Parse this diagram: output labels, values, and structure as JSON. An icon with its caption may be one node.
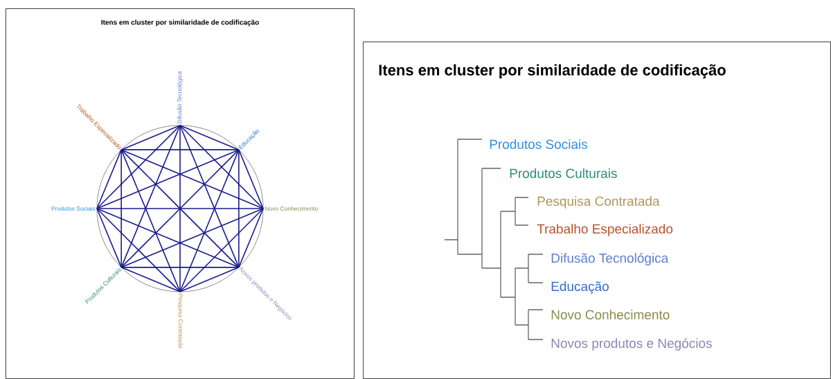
{
  "diagram": {
    "nodes": [
      {
        "text": [
          "Itens em cluster por similaridade de codificação"
        ]
      },
      {
        "text": [
          "Itens em cluster por similaridade de codificação"
        ]
      },
      {
        "text": [
          "Difusão Tecnológica"
        ],
        "in": 0
      },
      {
        "text": [
          "Educação"
        ],
        "in": 0
      },
      {
        "text": [
          "Novo Conhecimento"
        ],
        "in": 0
      },
      {
        "text": [
          "Novos produtos e Negócios"
        ],
        "in": 0
      },
      {
        "text": [
          "Pesquisa Contratada"
        ],
        "in": 0
      },
      {
        "text": [
          "Produtos Culturais"
        ],
        "in": 0
      },
      {
        "text": [
          "Produtos Sociais"
        ],
        "in": 0
      },
      {
        "text": [
          "Trabalho Especializado"
        ],
        "in": 0
      },
      {
        "text": [
          "Produtos Sociais"
        ],
        "in": 1
      },
      {
        "text": [
          "Produtos Culturais"
        ],
        "in": 1
      },
      {
        "text": [
          "Pesquisa Contratada"
        ],
        "in": 1
      },
      {
        "text": [
          "Trabalho Especializado"
        ],
        "in": 1
      },
      {
        "text": [
          "Difusão Tecnológica"
        ],
        "in": 1
      },
      {
        "text": [
          "Educação"
        ],
        "in": 1
      },
      {
        "text": [
          "Novo Conhecimento"
        ],
        "in": 1
      },
      {
        "text": [
          "Novos produtos e Negócios"
        ],
        "in": 1
      }
    ],
    "edges": [
      {
        "from": 2,
        "to": 3,
        "arrow": "none"
      },
      {
        "from": 2,
        "to": 4,
        "arrow": "none"
      },
      {
        "from": 2,
        "to": 5,
        "arrow": "none"
      },
      {
        "from": 2,
        "to": 6,
        "arrow": "none"
      },
      {
        "from": 2,
        "to": 7,
        "arrow": "none"
      },
      {
        "from": 2,
        "to": 8,
        "arrow": "none"
      },
      {
        "from": 2,
        "to": 9,
        "arrow": "none"
      },
      {
        "from": 3,
        "to": 4,
        "arrow": "none"
      },
      {
        "from": 3,
        "to": 5,
        "arrow": "none"
      },
      {
        "from": 3,
        "to": 6,
        "arrow": "none"
      },
      {
        "from": 3,
        "to": 7,
        "arrow": "none"
      },
      {
        "from": 3,
        "to": 8,
        "arrow": "none"
      },
      {
        "from": 3,
        "to": 9,
        "arrow": "none"
      },
      {
        "from": 4,
        "to": 5,
        "arrow": "none"
      },
      {
        "from": 4,
        "to": 6,
        "arrow": "none"
      },
      {
        "from": 4,
        "to": 7,
        "arrow": "none"
      },
      {
        "from": 4,
        "to": 8,
        "arrow": "none"
      },
      {
        "from": 4,
        "to": 9,
        "arrow": "none"
      },
      {
        "from": 5,
        "to": 6,
        "arrow": "none"
      },
      {
        "from": 5,
        "to": 7,
        "arrow": "none"
      },
      {
        "from": 5,
        "to": 8,
        "arrow": "none"
      },
      {
        "from": 5,
        "to": 9,
        "arrow": "none"
      },
      {
        "from": 6,
        "to": 7,
        "arrow": "none"
      },
      {
        "from": 6,
        "to": 8,
        "arrow": "none"
      },
      {
        "from": 6,
        "to": 9,
        "arrow": "none"
      },
      {
        "from": 7,
        "to": 8,
        "arrow": "none"
      },
      {
        "from": 7,
        "to": 9,
        "arrow": "none"
      },
      {
        "from": 8,
        "to": 9,
        "arrow": "none"
      }
    ]
  }
}
